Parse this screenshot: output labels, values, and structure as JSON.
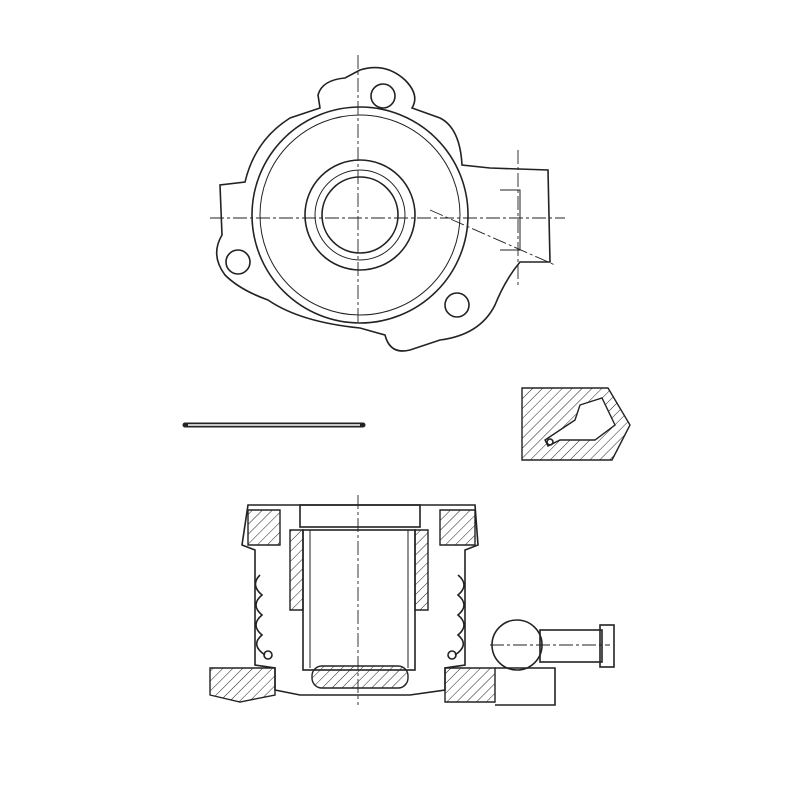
{
  "drawing": {
    "views": [
      "top-view",
      "o-ring",
      "port-section-detail",
      "cross-section-view"
    ],
    "colors": {
      "line": "#222222",
      "background": "#ffffff"
    }
  }
}
